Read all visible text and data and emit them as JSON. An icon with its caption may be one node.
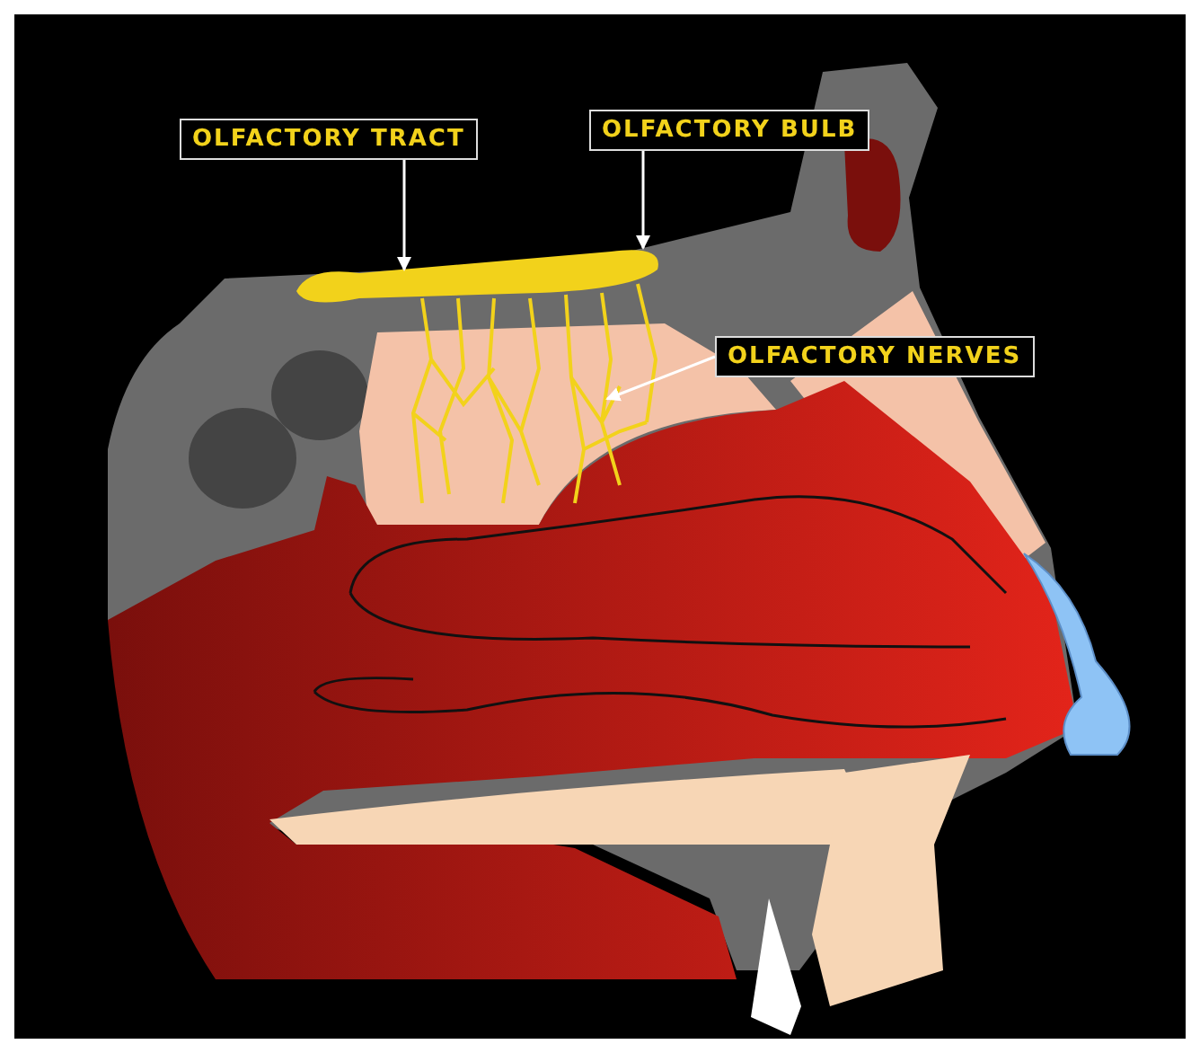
{
  "diagram": {
    "nodes": [
      {
        "text": [
          "OLFACTORY TRACT"
        ]
      },
      {
        "text": [
          "OLFACTORY BULB"
        ]
      },
      {
        "text": [
          "OLFACTORY NERVES"
        ]
      }
    ],
    "edges": [
      {
        "from": 0,
        "to": null,
        "arrow": "to"
      },
      {
        "from": 1,
        "to": null,
        "arrow": "to"
      },
      {
        "from": 2,
        "to": null,
        "arrow": "to"
      }
    ]
  }
}
